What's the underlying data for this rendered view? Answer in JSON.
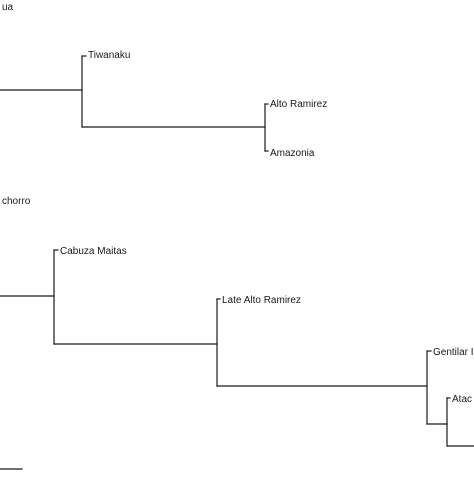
{
  "tree": {
    "labels": {
      "pucara_partial": "ua",
      "tiwanaku": "Tiwanaku",
      "alto_ramirez": "Alto Ramirez",
      "amazonia": "Amazonia",
      "quitor_partial": "chorro",
      "cabuza_maitas": "Cabuza Maitas",
      "late_alto_ramirez": "Late Alto Ramirez",
      "gentilar_partial": "Gentilar Il",
      "atacama_partial": "Atac"
    },
    "line_color": "#1a1a1a",
    "background": "#ffffff"
  }
}
